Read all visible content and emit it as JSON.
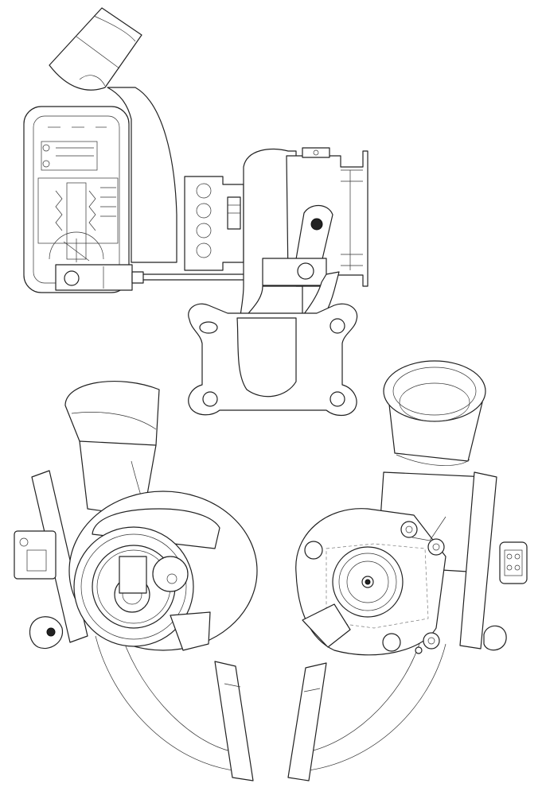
{
  "views": [
    {
      "id": "top",
      "name": "turbocharger-top-view"
    },
    {
      "id": "left",
      "name": "turbocharger-compressor-side-view"
    },
    {
      "id": "right",
      "name": "turbocharger-turbine-side-view"
    }
  ]
}
